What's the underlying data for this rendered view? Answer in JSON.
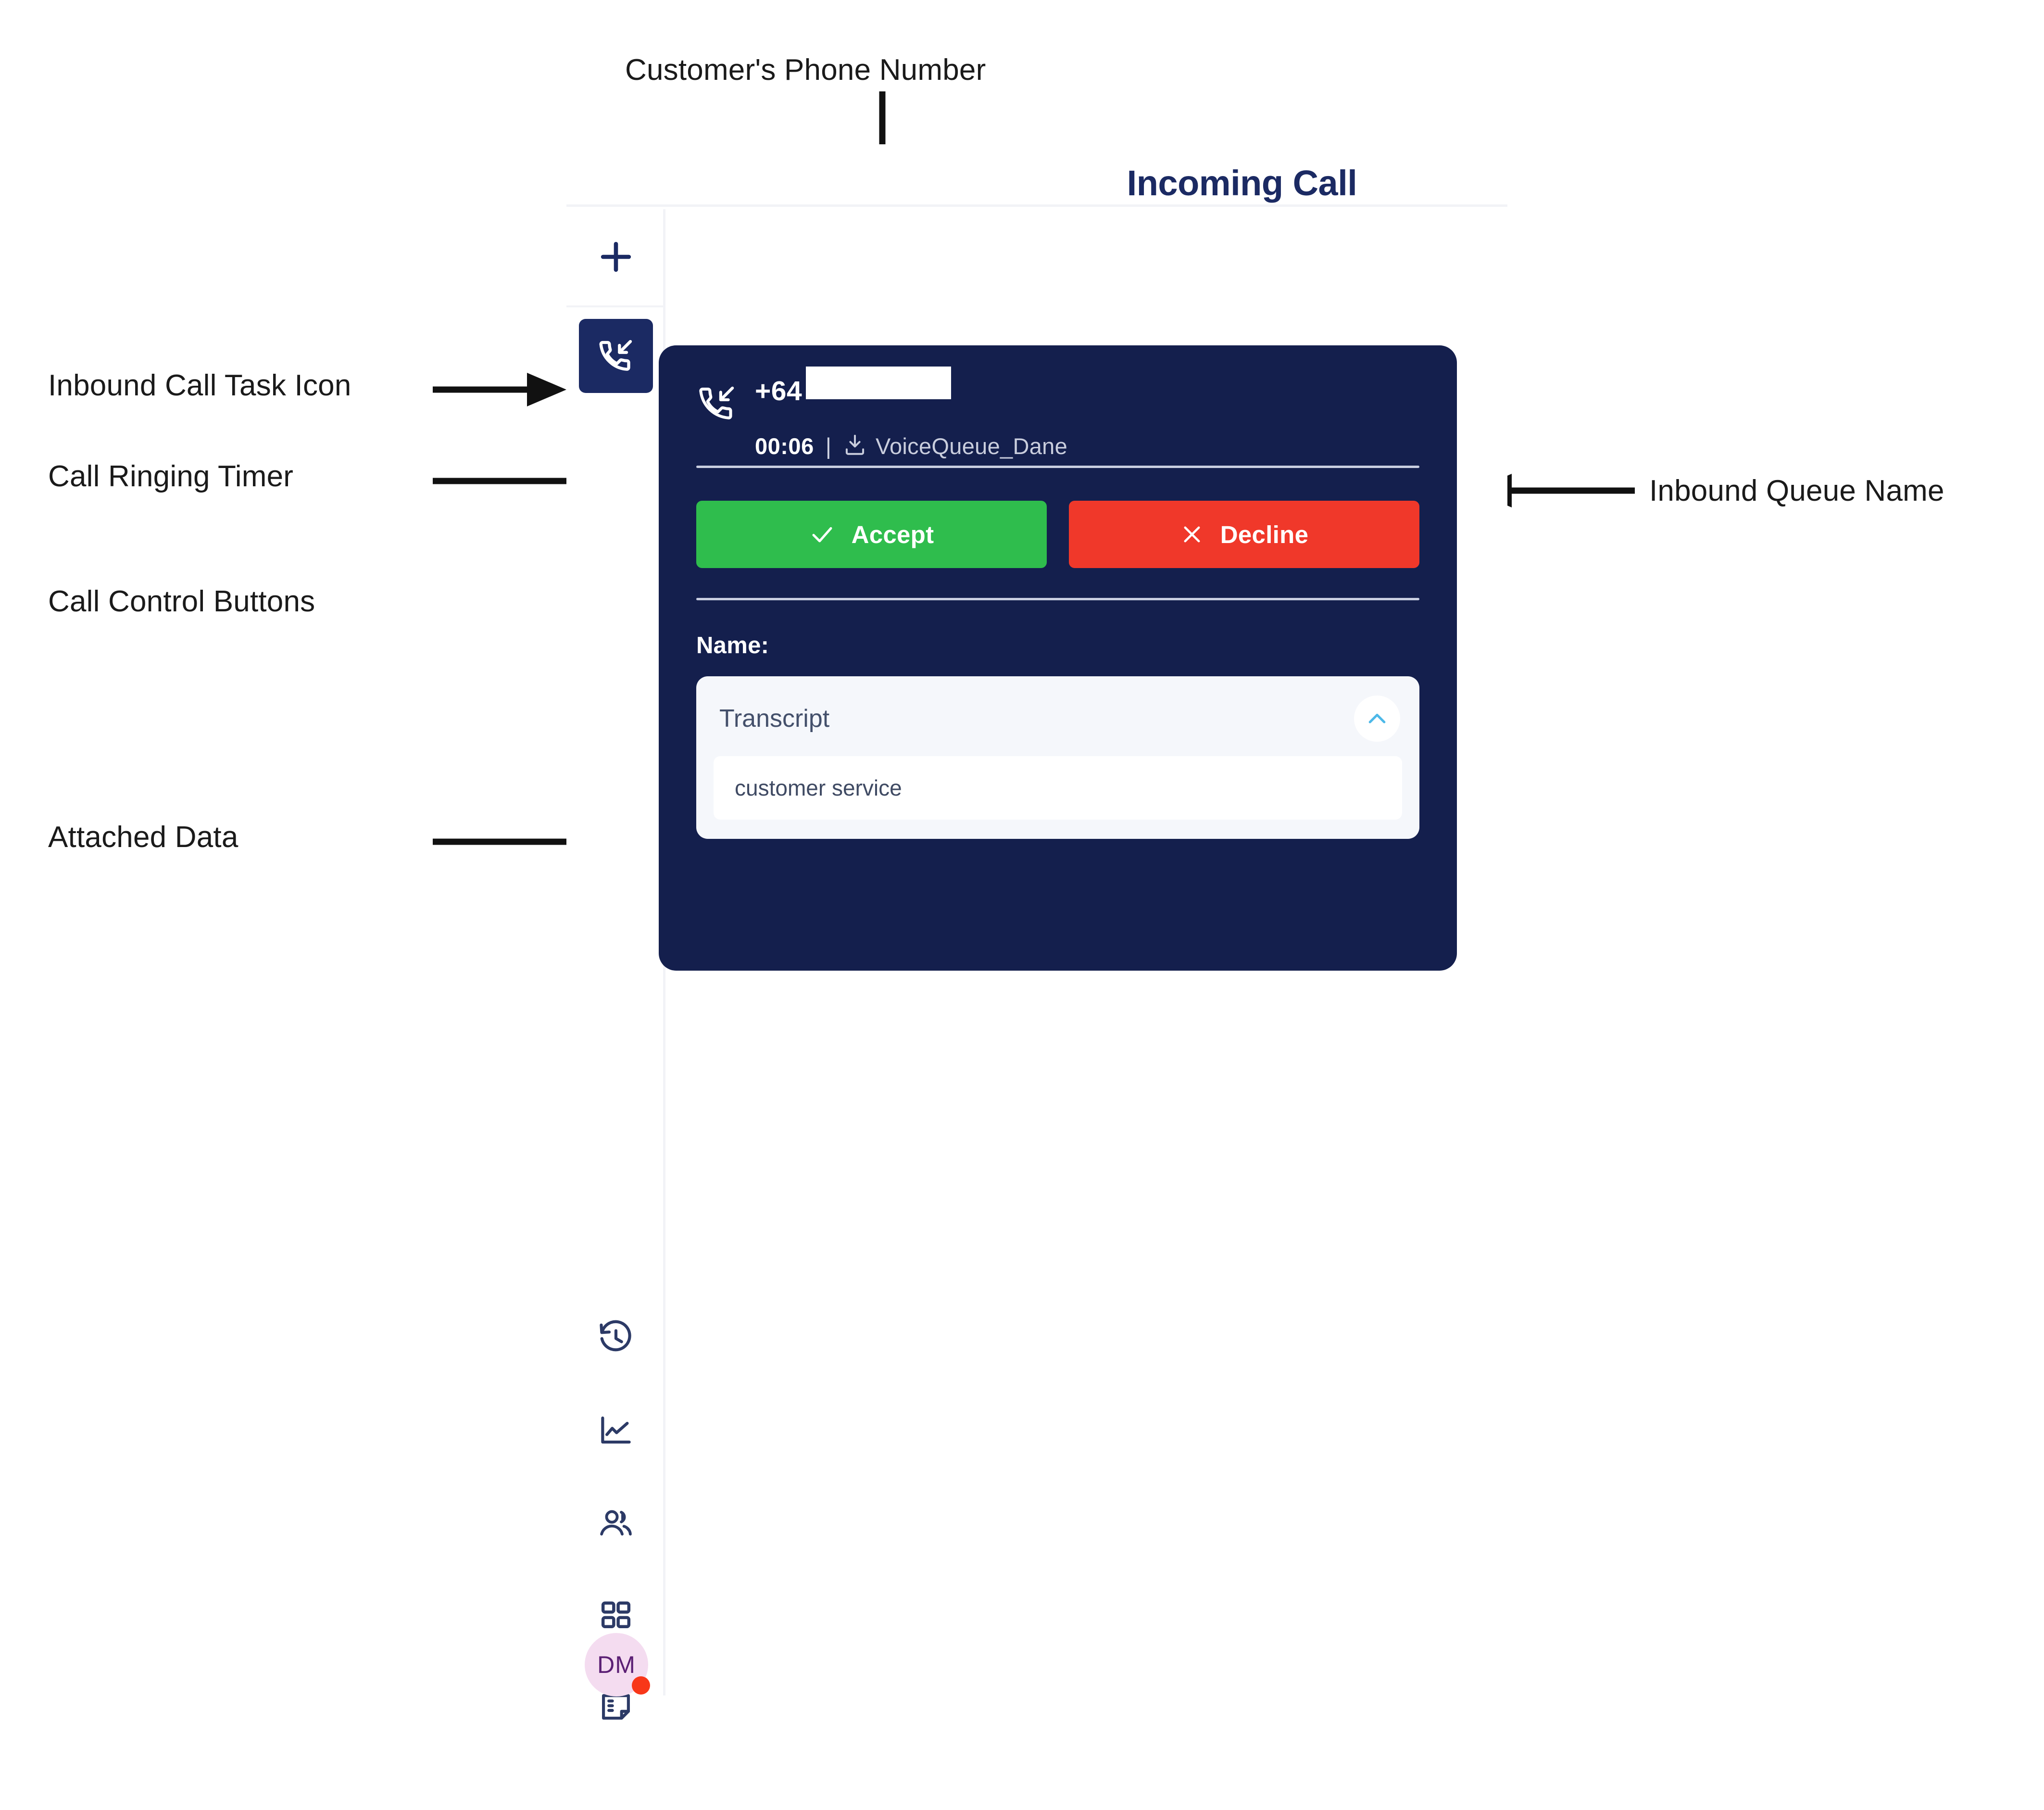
{
  "annotations": [
    {
      "id": "customers-phone-number",
      "label": "Customer's Phone Number"
    },
    {
      "id": "inbound-call-task-icon",
      "label": "Inbound Call Task Icon"
    },
    {
      "id": "call-ringing-timer",
      "label": "Call Ringing Timer"
    },
    {
      "id": "call-control-buttons",
      "label": "Call Control Buttons"
    },
    {
      "id": "attached-data",
      "label": "Attached Data"
    },
    {
      "id": "inbound-queue-name",
      "label": "Inbound Queue Name"
    }
  ],
  "app": {
    "header": {
      "title": "Incoming Call"
    },
    "rail": {
      "items": [
        {
          "name": "add-task",
          "icon": "plus-icon"
        },
        {
          "name": "inbound-call-task",
          "icon": "inbound-call-icon",
          "active": true
        },
        {
          "name": "history",
          "icon": "history-clock-icon"
        },
        {
          "name": "analytics",
          "icon": "line-chart-icon"
        },
        {
          "name": "contacts",
          "icon": "people-icon"
        },
        {
          "name": "apps",
          "icon": "grid-apps-icon"
        },
        {
          "name": "notes",
          "icon": "note-icon"
        }
      ],
      "avatar": {
        "initials": "DM",
        "status": "busy",
        "status_color": "#f83719"
      }
    },
    "call_card": {
      "phone_number": "+64",
      "phone_number_redacted": true,
      "timer": "00:06",
      "separator": "|",
      "queue_icon": "inbound-queue-icon",
      "queue_name": "VoiceQueue_Dane",
      "accept_label": "Accept",
      "decline_label": "Decline",
      "accept_icon": "check-icon",
      "decline_icon": "cross-icon",
      "attached_data_label": "Name:",
      "transcript": {
        "title": "Transcript",
        "collapse_icon": "chevron-up-icon",
        "value": "customer service"
      }
    }
  },
  "colors": {
    "brand_navy": "#141f4d",
    "header_navy": "#1b2a63",
    "accept_green": "#2fbd4d",
    "decline_red": "#f0382a",
    "chevron_blue": "#4cb8e8",
    "avatar_bg": "#f4dcf0",
    "status_red": "#f83719"
  }
}
